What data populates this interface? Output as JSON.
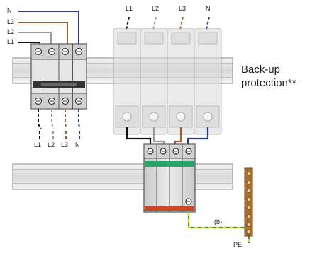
{
  "labels": {
    "input_phases": [
      "N",
      "L3",
      "L2",
      "L1"
    ],
    "output_phases": [
      "L1",
      "L2",
      "L3",
      "N"
    ],
    "fuse_phases": [
      "L1",
      "L2",
      "L3",
      "N"
    ],
    "backup_line1": "Back-up",
    "backup_line2": "protection**",
    "b_label": "(b)",
    "pe_label": "PE"
  },
  "colors": {
    "neutral": "#2e3a8c",
    "l3": "#9a6230",
    "l2": "#9b9b9b",
    "l1": "#111111",
    "pe_green": "#3f9a3a",
    "pe_yellow": "#e8d21a",
    "spd_red": "#c8492a",
    "spd_green": "#2aa36b",
    "busbar": "#a86f2c"
  }
}
